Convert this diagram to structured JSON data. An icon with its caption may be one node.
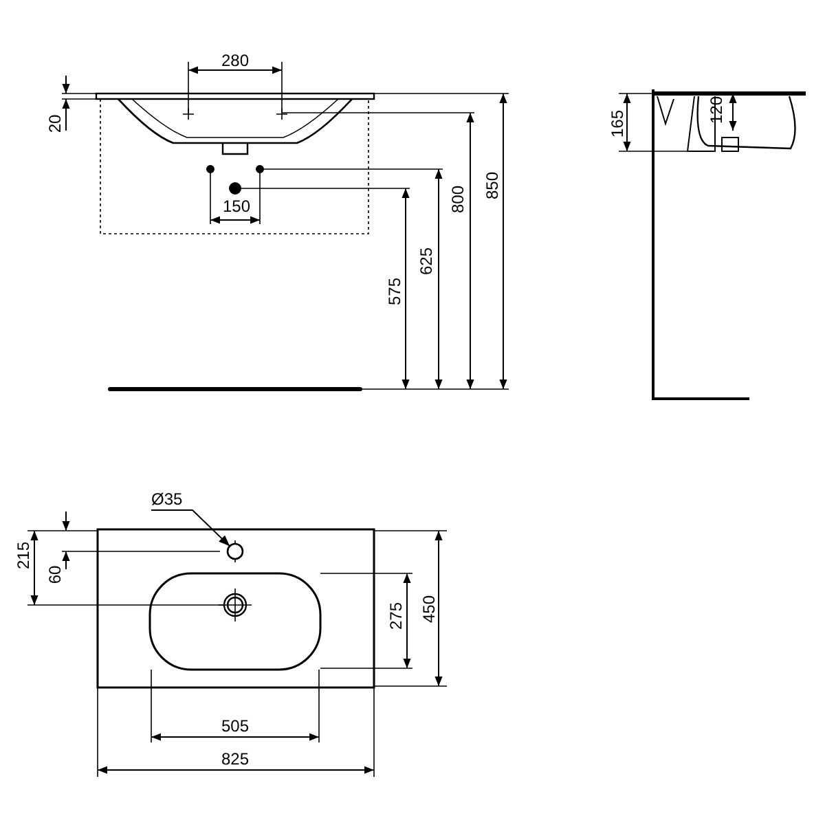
{
  "diagram": {
    "nodes": [
      {
        "text": [
          "Ø35"
        ]
      },
      {
        "text": [],
        "shape": "circle"
      }
    ],
    "edges": [
      {
        "from": 0,
        "to": 1,
        "arrow": "to"
      }
    ],
    "labels": [
      "280",
      "20",
      "165",
      "120",
      "150",
      "575",
      "625",
      "800",
      "850",
      "215",
      "60",
      "275",
      "450",
      "505",
      "825"
    ]
  }
}
